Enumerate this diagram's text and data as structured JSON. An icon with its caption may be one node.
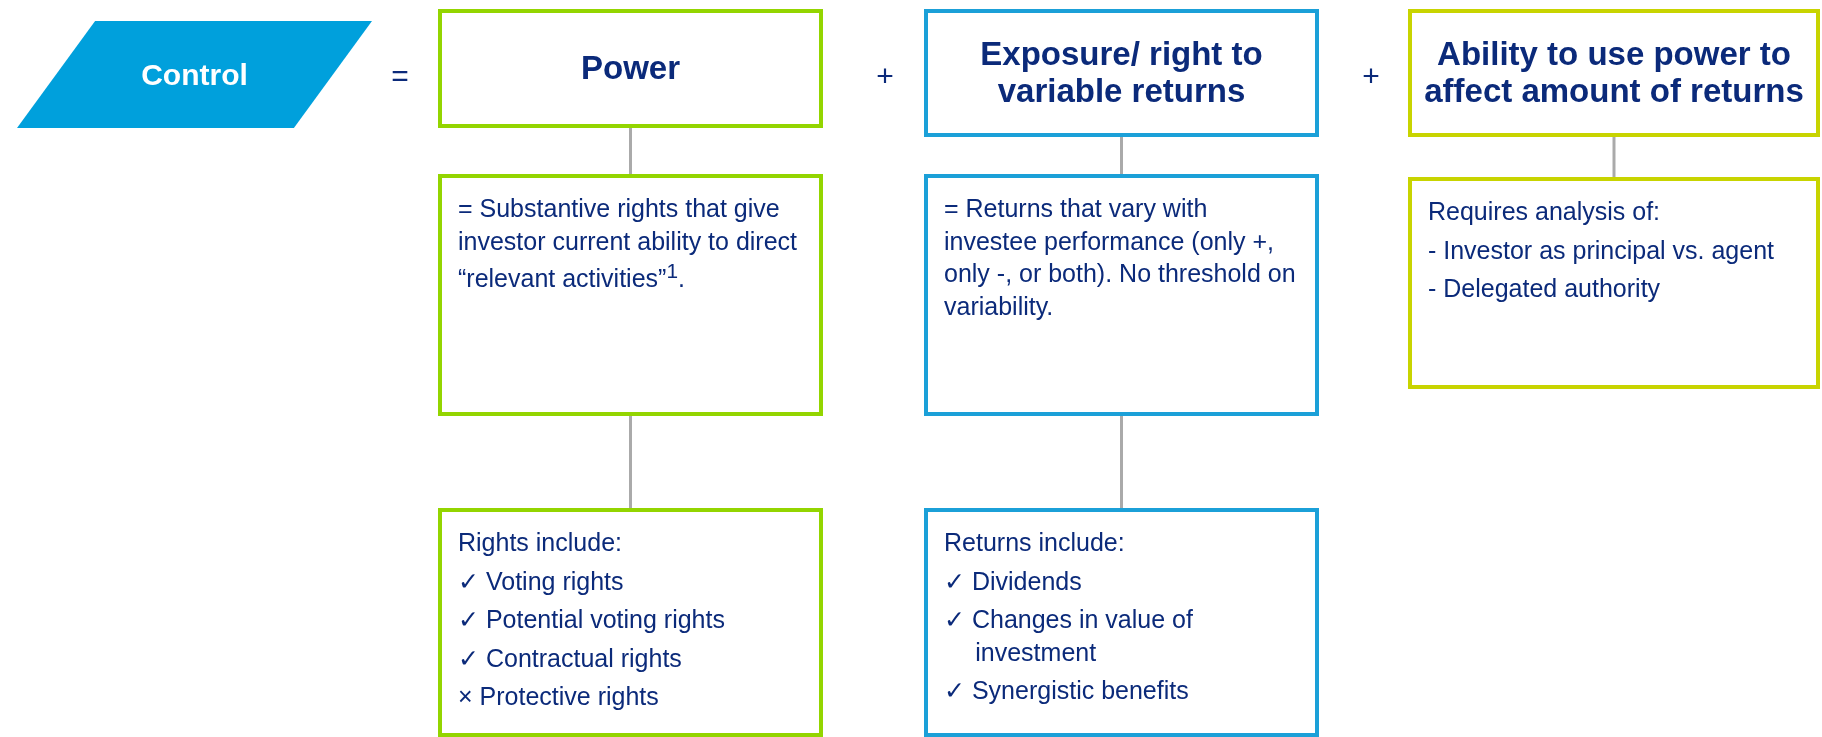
{
  "diagram": {
    "nodes": [
      {
        "text": [
          "Control"
        ]
      },
      {
        "text": [
          "Power"
        ]
      },
      {
        "text": [
          "Exposure/ right to variable returns"
        ]
      },
      {
        "text": [
          "Ability to use power to affect amount of returns"
        ]
      },
      {
        "text": [
          "= Substantive rights that give investor current ability to direct “relevant activities”$^{1}$."
        ]
      },
      {
        "text": [
          "= Returns that vary with investee performance (only +, only -, or both). No threshold on variability."
        ]
      },
      {
        "text": [
          "Requires analysis of:",
          "- Investor as principal vs. agent",
          "- Delegated authority"
        ]
      },
      {
        "text": [
          "Rights include:",
          "✓ Voting rights",
          "✓ Potential voting rights",
          "✓ Contractual rights",
          "× Protective rights"
        ]
      },
      {
        "text": [
          "Returns include:",
          "✓ Dividends",
          "✓ Changes in value of investment",
          "✓ Synergistic benefits"
        ]
      }
    ],
    "edges": [
      {
        "from": 1,
        "to": 4,
        "arrow": "none"
      },
      {
        "from": 4,
        "to": 7,
        "arrow": "none"
      },
      {
        "from": 2,
        "to": 5,
        "arrow": "none"
      },
      {
        "from": 5,
        "to": 8,
        "arrow": "none"
      },
      {
        "from": 3,
        "to": 6,
        "arrow": "none"
      }
    ],
    "labels": [
      "=",
      "+",
      "+"
    ]
  }
}
